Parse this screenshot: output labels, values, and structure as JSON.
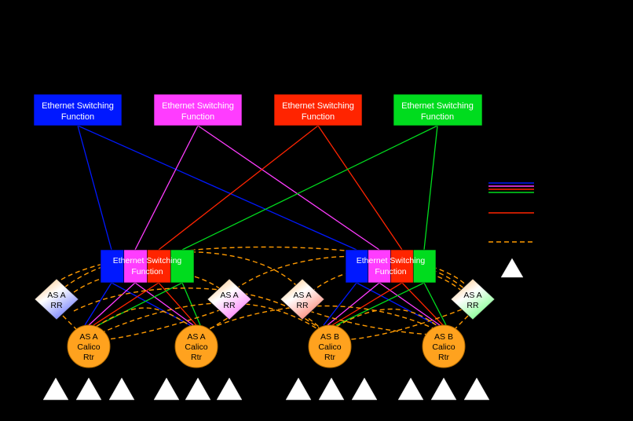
{
  "colors": {
    "blue": "#0018ff",
    "magenta": "#ff3cff",
    "red": "#ff2400",
    "green": "#00dc1e",
    "orange": "#ff9a00",
    "router": "#ffa21e"
  },
  "top_switches": [
    {
      "line1": "Ethernet Switching",
      "line2": "Function"
    },
    {
      "line1": "Ethernet Switching",
      "line2": "Function"
    },
    {
      "line1": "Ethernet Switching",
      "line2": "Function"
    },
    {
      "line1": "Ethernet Switching",
      "line2": "Function"
    }
  ],
  "mid_switches": [
    {
      "line1": "Ethernet Switching",
      "line2": "Function"
    },
    {
      "line1": "Ethernet Switching",
      "line2": "Function"
    }
  ],
  "route_reflectors": [
    {
      "line1": "AS A",
      "line2": "RR"
    },
    {
      "line1": "AS A",
      "line2": "RR"
    },
    {
      "line1": "AS A",
      "line2": "RR"
    },
    {
      "line1": "AS A",
      "line2": "RR"
    }
  ],
  "routers": [
    {
      "line1": "AS A",
      "line2": "Calico",
      "line3": "Rtr"
    },
    {
      "line1": "AS A",
      "line2": "Calico",
      "line3": "Rtr"
    },
    {
      "line1": "AS B",
      "line2": "Calico",
      "line3": "Rtr"
    },
    {
      "line1": "AS B",
      "line2": "Calico",
      "line3": "Rtr"
    }
  ]
}
